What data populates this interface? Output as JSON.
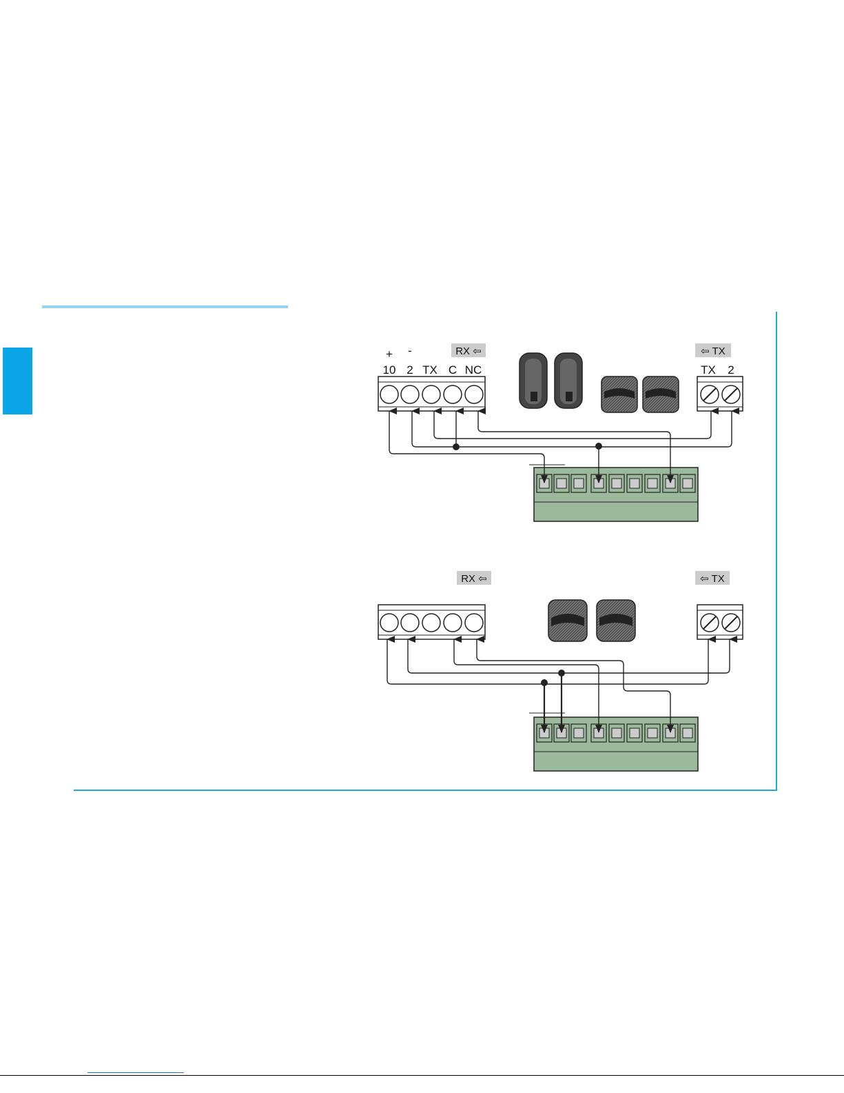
{
  "colors": {
    "accent_rule": "#8fd3f3",
    "side_tab": "#0aa6e8",
    "frame": "#1aa9e3",
    "terminal_green": "#9cb99c",
    "tag_gray": "#cccccc",
    "wire": "#222222"
  },
  "diagram_top": {
    "rx_tag": "RX ⇦",
    "tx_tag": "⇦ TX",
    "polarity_plus": "+",
    "polarity_minus": "-",
    "rx_terminals": [
      "10",
      "2",
      "TX",
      "C",
      "NC"
    ],
    "tx_terminals": [
      "TX",
      "2"
    ]
  },
  "diagram_bottom": {
    "rx_tag": "RX ⇦",
    "tx_tag": "⇦ TX"
  }
}
